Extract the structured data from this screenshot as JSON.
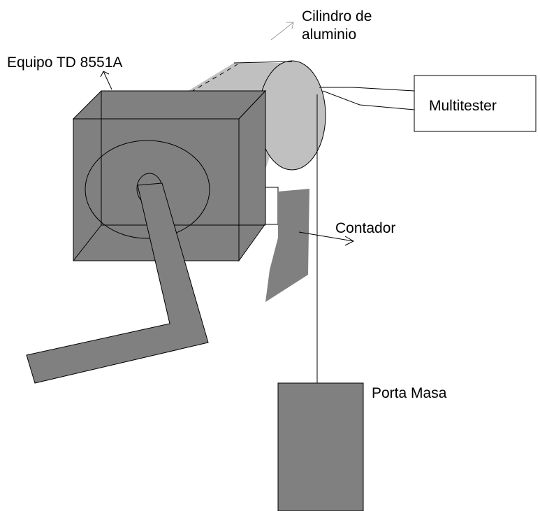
{
  "labels": {
    "equipo": "Equipo TD 8551A",
    "cilindro_line1": "Cilindro de",
    "cilindro_line2": "aluminio",
    "multitester": "Multitester",
    "contador": "Contador",
    "porta_masa": "Porta Masa"
  },
  "colors": {
    "box": "#808080",
    "cylinder": "#c0c0c0",
    "mass": "#808080",
    "arrow_gray": "#9a9a9a",
    "stroke": "#000000"
  }
}
